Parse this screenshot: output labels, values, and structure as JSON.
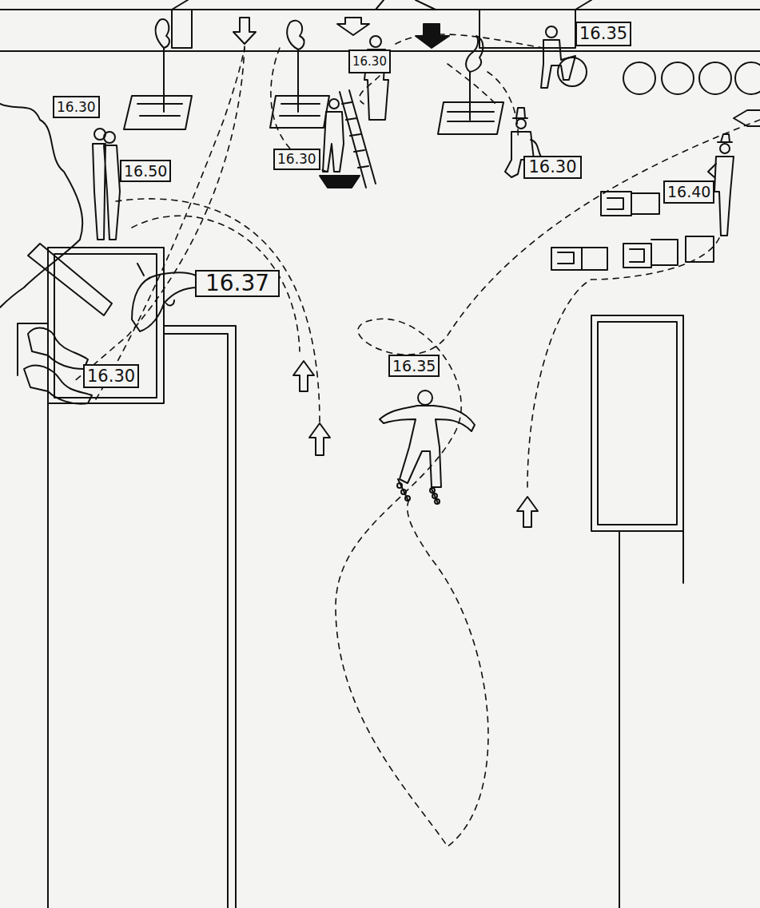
{
  "diagram": {
    "nodes": [
      {
        "text": [
          "16.35"
        ]
      },
      {
        "text": [
          "16.30"
        ]
      },
      {
        "text": [
          "16.30"
        ]
      },
      {
        "text": [
          "16.30"
        ]
      },
      {
        "text": [
          "16.30"
        ]
      },
      {
        "text": [
          "16.50"
        ]
      },
      {
        "text": [
          "16.40"
        ]
      },
      {
        "text": [
          "16.37"
        ]
      },
      {
        "text": [
          "16.35"
        ]
      },
      {
        "text": [
          "16.30"
        ]
      }
    ]
  }
}
